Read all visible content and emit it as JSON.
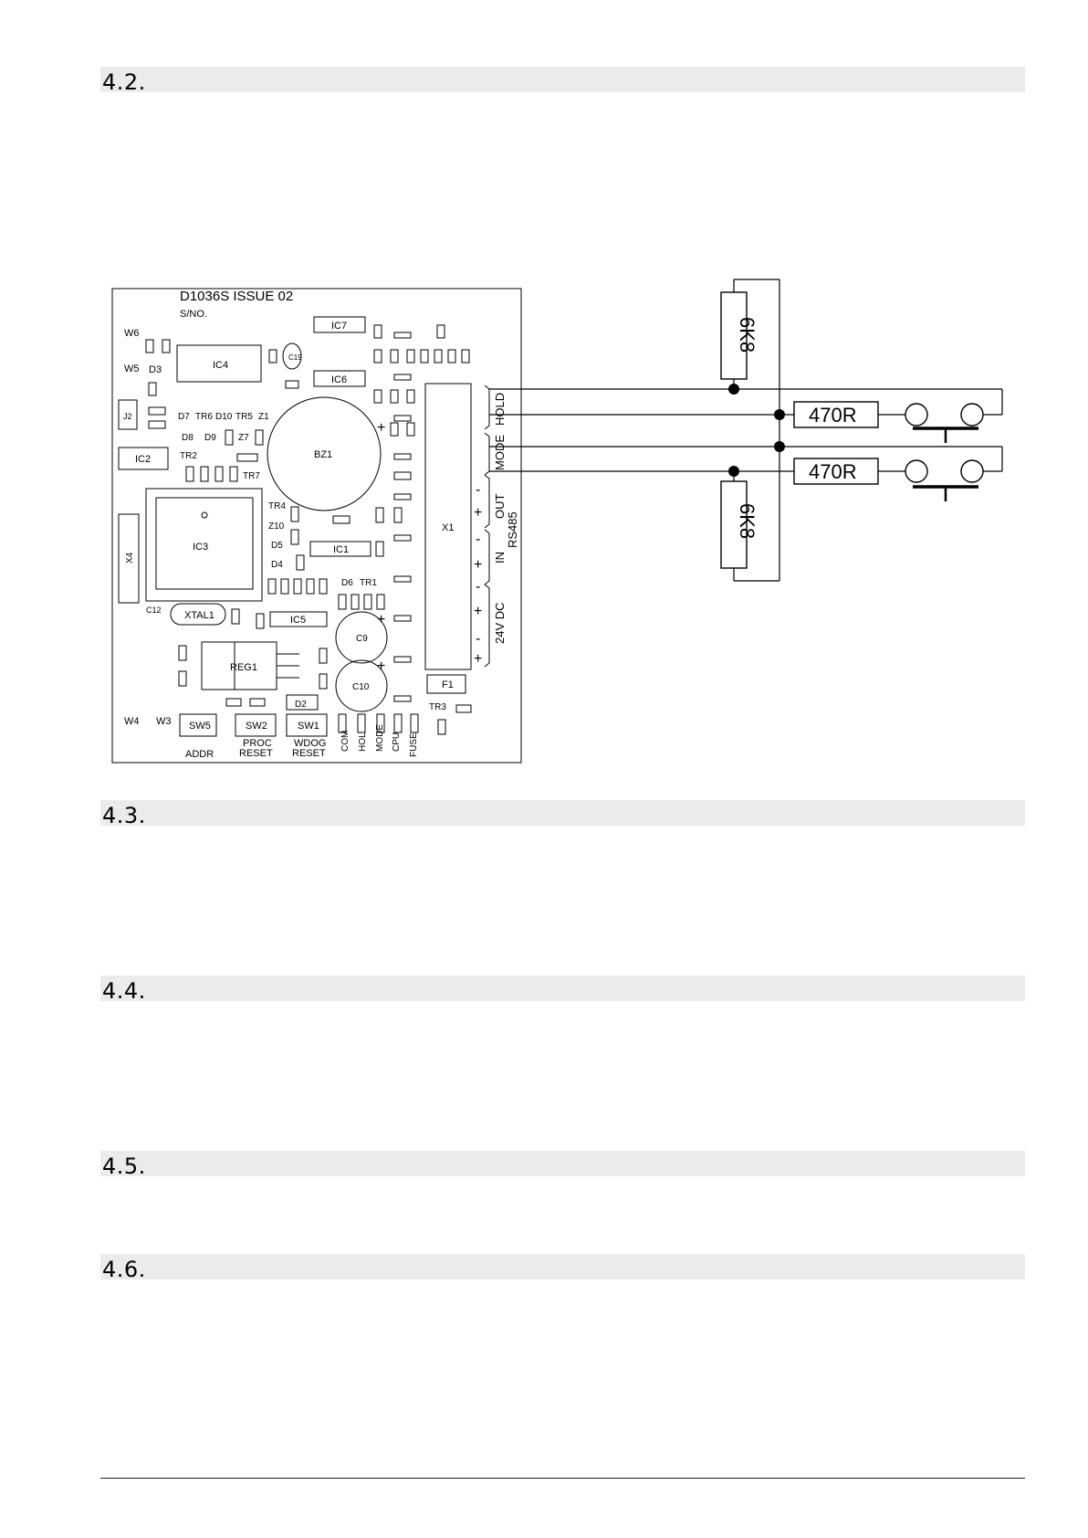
{
  "sections": [
    {
      "number": "4.2."
    },
    {
      "number": "4.3."
    },
    {
      "number": "4.4."
    },
    {
      "number": "4.5."
    },
    {
      "number": "4.6."
    }
  ],
  "diagram": {
    "board_title": "D1036S ISSUE 02",
    "serial_label": "S/NO.",
    "components": {
      "ic1": "IC1",
      "ic2": "IC2",
      "ic3": "IC3",
      "ic4": "IC4",
      "ic5": "IC5",
      "ic6": "IC6",
      "ic7": "IC7",
      "bz1": "BZ1",
      "x1": "X1",
      "x4": "X4",
      "j2": "J2",
      "xtal1": "XTAL1",
      "reg1": "REG1",
      "c9": "C9",
      "c10": "C10",
      "f1": "F1",
      "tr3": "TR3",
      "sw1": "SW1",
      "sw2": "SW2",
      "sw5": "SW5",
      "d2": "D2",
      "d3": "D3",
      "w3": "W3",
      "w4": "W4",
      "w5": "W5",
      "w6": "W6",
      "c19": "C19",
      "c12": "C12",
      "tr1": "TR1",
      "tr2": "TR2",
      "tr4": "TR4",
      "tr5": "TR5",
      "tr6": "TR6",
      "tr7": "TR7",
      "d4": "D4",
      "d5": "D5",
      "d6": "D6",
      "d7": "D7",
      "d8": "D8",
      "d9": "D9",
      "d10": "D10",
      "z1": "Z1",
      "z7": "Z7",
      "z10": "Z10"
    },
    "switch_labels": {
      "addr": "ADDR",
      "proc_line1": "PROC",
      "proc_line2": "RESET",
      "wdog_line1": "WDOG",
      "wdog_line2": "RESET"
    },
    "led_labels": {
      "com": "COM",
      "hol": "HOL",
      "mode": "MODE",
      "cpu": "CPU",
      "fuse": "FUSE"
    },
    "terminal_labels": {
      "hold": "HOLD",
      "mode": "MODE",
      "out": "OUT",
      "in": "IN",
      "rs485": "RS485",
      "dc24": "24V DC"
    },
    "resistors": {
      "r_top": "6K8",
      "r_bottom": "6K8",
      "r_hold": "470R",
      "r_mode": "470R"
    }
  }
}
